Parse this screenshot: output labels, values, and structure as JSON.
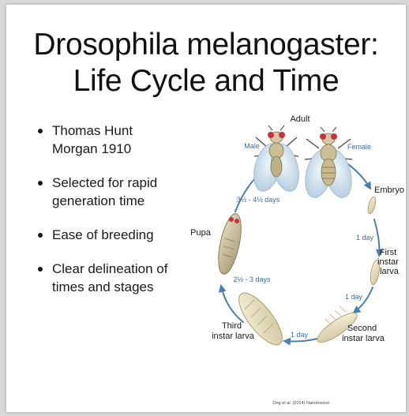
{
  "slide": {
    "title_line1": "Drosophila melanogaster:",
    "title_line2": "Life Cycle and Time",
    "bullets": [
      {
        "line1": "Thomas Hunt",
        "line2": "Morgan 1910"
      },
      {
        "line1": "Selected for rapid",
        "line2": "generation time"
      },
      {
        "line1": "Ease of breeding",
        "line2": ""
      },
      {
        "line1": "Clear delineation of",
        "line2": "times and stages"
      }
    ]
  },
  "diagram": {
    "adult": "Adult",
    "male": "Male",
    "female": "Female",
    "embryo": "Embryo",
    "first_instar": [
      "First",
      "instar",
      "larva"
    ],
    "second_instar": [
      "Second",
      "instar larva"
    ],
    "third_instar": [
      "Third",
      "instar larva"
    ],
    "pupa": "Pupa",
    "durations": {
      "embryo_to_first": "1 day",
      "first_to_second": "1 day",
      "second_to_third": "1 day",
      "third_to_pupa": "2½ - 3 days",
      "pupa_to_adult": "3½ - 4½ days"
    },
    "citation": "Ong et al. (2014) Nanotoxicol"
  },
  "colors": {
    "arrow": "#4a7fb0",
    "duration_text": "#3d6c9c",
    "fly_eye": "#c8323c",
    "larva": "#ece5c7"
  }
}
